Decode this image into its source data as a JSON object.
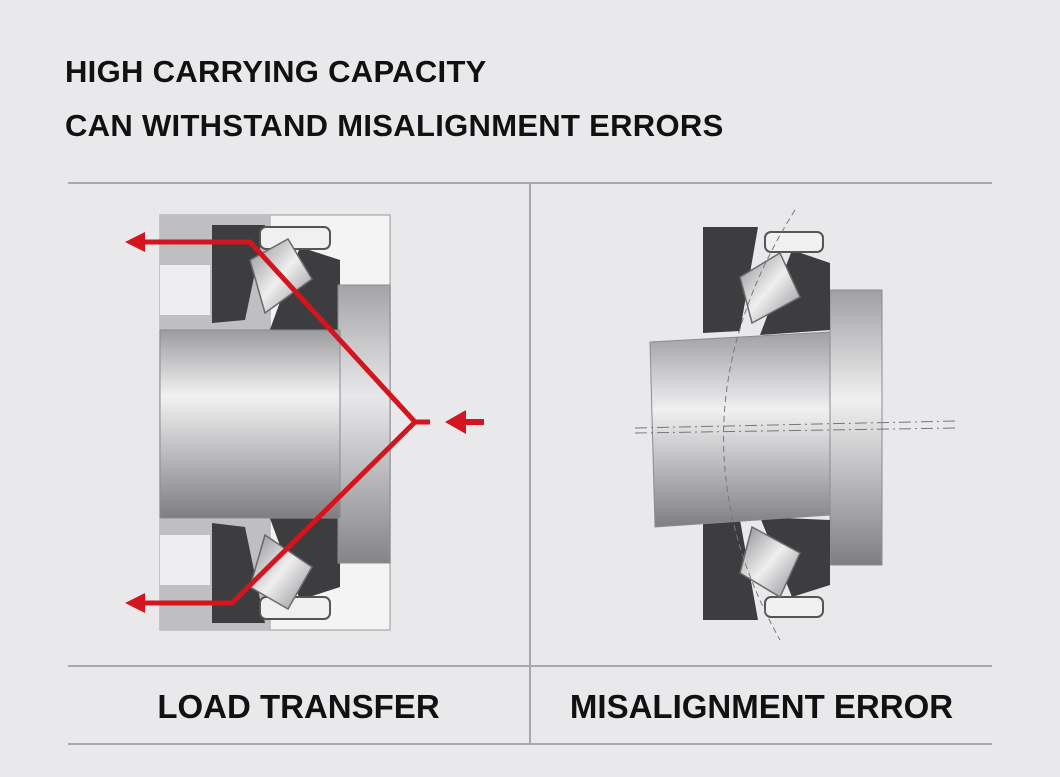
{
  "heading": {
    "line1": "HIGH CARRYING CAPACITY",
    "line2": "CAN WITHSTAND MISALIGNMENT ERRORS"
  },
  "panels": {
    "left_caption": "LOAD TRANSFER",
    "right_caption": "MISALIGNMENT ERROR"
  },
  "colors": {
    "background": "#e9e9ec",
    "load_arrow": "#d4141e",
    "housing": "#3d3d3f",
    "rules": "#a9a9ad"
  }
}
